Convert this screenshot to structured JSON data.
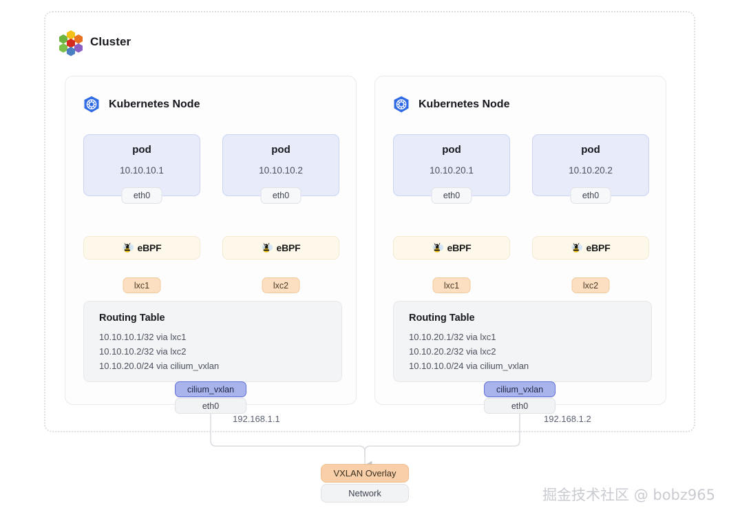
{
  "cluster": {
    "title": "Cluster",
    "icon": "hexagon-cluster-icon",
    "hex_colors": [
      "#6cb33f",
      "#f2c018",
      "#e8721f",
      "#7cc24a",
      "#d52b1e",
      "#8b5fc4",
      "#4a7fc1"
    ]
  },
  "nodes": [
    {
      "title": "Kubernetes Node",
      "icon": "kubernetes-icon",
      "pods": [
        {
          "title": "pod",
          "ip": "10.10.10.1",
          "eth": "eth0",
          "lxc": "lxc1"
        },
        {
          "title": "pod",
          "ip": "10.10.10.2",
          "eth": "eth0",
          "lxc": "lxc2"
        }
      ],
      "ebpf": [
        {
          "label": "eBPF",
          "icon": "ebpf-bee-icon"
        },
        {
          "label": "eBPF",
          "icon": "ebpf-bee-icon"
        }
      ],
      "routing": {
        "title": "Routing Table",
        "routes": [
          "10.10.10.1/32 via lxc1",
          "10.10.10.2/32 via lxc2",
          "10.10.20.0/24 via cilium_vxlan"
        ]
      },
      "interfaces": {
        "vxlan": "cilium_vxlan",
        "eth": "eth0"
      },
      "ip": "192.168.1.1"
    },
    {
      "title": "Kubernetes Node",
      "icon": "kubernetes-icon",
      "pods": [
        {
          "title": "pod",
          "ip": "10.10.20.1",
          "eth": "eth0",
          "lxc": "lxc1"
        },
        {
          "title": "pod",
          "ip": "10.10.20.2",
          "eth": "eth0",
          "lxc": "lxc2"
        }
      ],
      "ebpf": [
        {
          "label": "eBPF",
          "icon": "ebpf-bee-icon"
        },
        {
          "label": "eBPF",
          "icon": "ebpf-bee-icon"
        }
      ],
      "routing": {
        "title": "Routing Table",
        "routes": [
          "10.10.20.1/32 via lxc1",
          "10.10.20.2/32 via lxc2",
          "10.10.10.0/24 via cilium_vxlan"
        ]
      },
      "interfaces": {
        "vxlan": "cilium_vxlan",
        "eth": "eth0"
      },
      "ip": "192.168.1.2"
    }
  ],
  "overlay": {
    "title": "VXLAN Overlay",
    "subtitle": "Network"
  },
  "watermark": "掘金技术社区 @ bobz965",
  "colors": {
    "pod_bg": "#e8ebfa",
    "pod_border": "#ccd3f0",
    "ebpf_bg": "#fdf8e9",
    "lxc_bg": "#fbdfc0",
    "vxlan_bg": "#aab4ec",
    "overlay_bg": "#f8cfa8",
    "routing_bg": "#f3f4f6",
    "wire": "#c9cbd1"
  }
}
